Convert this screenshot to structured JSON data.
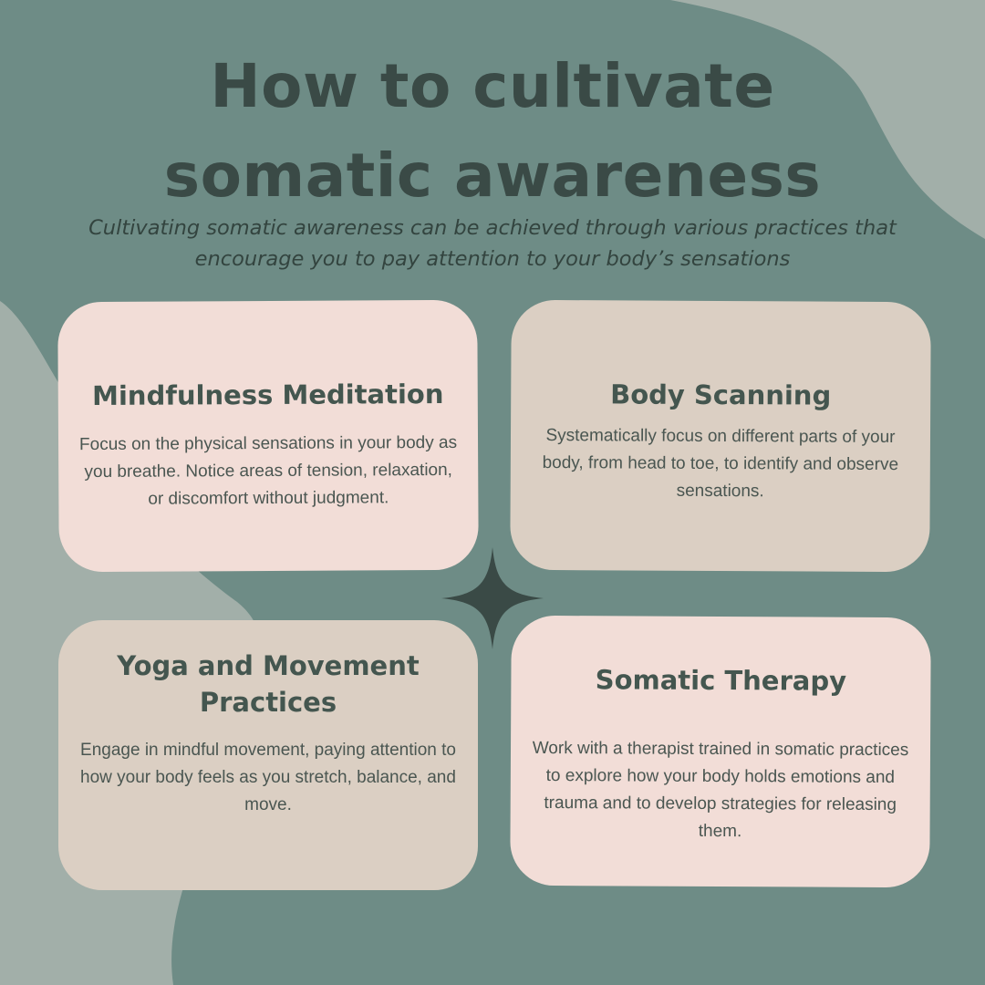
{
  "colors": {
    "background": "#6e8c86",
    "accent_shape": "#a2afa9",
    "title_text": "#3a4a46",
    "card_pink": "#f2ddd7",
    "card_beige": "#dbcfc3",
    "sparkle": "#3a4a46"
  },
  "header": {
    "title_line1": "How to cultivate",
    "title_line2": "somatic awareness",
    "subtitle": "Cultivating somatic awareness can be achieved through various practices that encourage you to pay attention to your body’s sensations"
  },
  "cards": [
    {
      "title": "Mindfulness Meditation",
      "body": "Focus on the physical sensations in your body as you breathe. Notice areas of tension, relaxation, or discomfort without judgment."
    },
    {
      "title": "Body Scanning",
      "body": "Systematically focus on different parts of your body, from head to toe, to identify and observe sensations."
    },
    {
      "title": "Yoga and Movement Practices",
      "body": "Engage in mindful movement, paying attention to how your body feels as you stretch, balance, and move."
    },
    {
      "title": "Somatic Therapy",
      "body": "Work with a therapist trained in somatic practices to explore how your body holds emotions and trauma and to develop strategies for releasing them."
    }
  ],
  "decorations": {
    "center_icon": "four-point-sparkle-icon",
    "background_shapes": [
      "top-right-blob",
      "left-blob"
    ]
  }
}
